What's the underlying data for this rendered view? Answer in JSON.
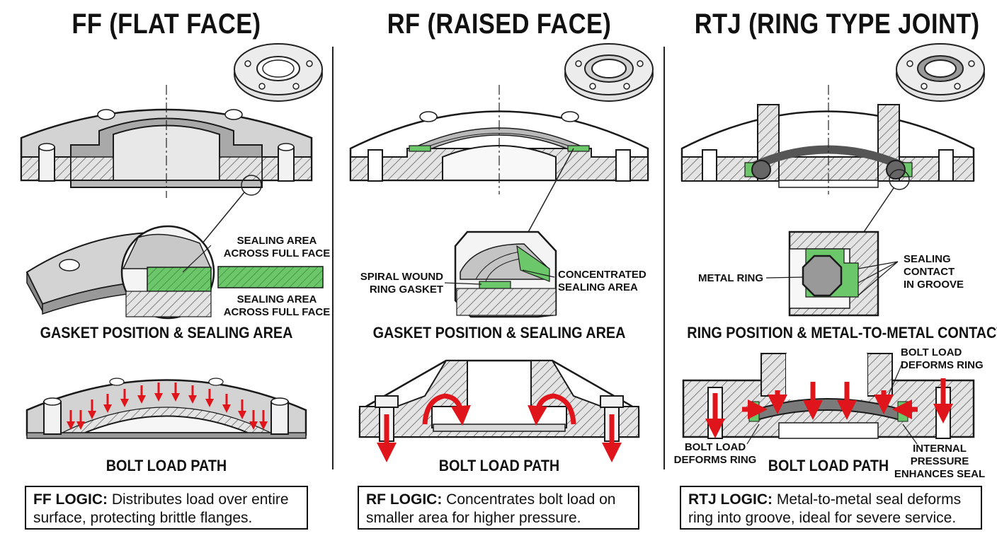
{
  "columns": [
    {
      "id": "ff",
      "title": "FF (FLAT FACE)",
      "section1_title": "GASKET POSITION & SEALING AREA",
      "section2_title": "BOLT LOAD PATH",
      "callouts": [
        "SEALING AREA\nACROSS FULL FACE",
        "SEALING AREA\nACROSS FULL FACE"
      ],
      "logic_label": "FF LOGIC:",
      "logic_text": " Distributes load over entire surface, protecting brittle flanges."
    },
    {
      "id": "rf",
      "title": "RF (RAISED FACE)",
      "section1_title": "GASKET POSITION & SEALING AREA",
      "section2_title": "BOLT LOAD PATH",
      "callouts": [
        "SPIRAL WOUND\nRING GASKET",
        "CONCENTRATED\nSEALING AREA"
      ],
      "logic_label": "RF LOGIC:",
      "logic_text": " Concentrates bolt load on smaller area for higher pressure."
    },
    {
      "id": "rtj",
      "title": "RTJ (RING TYPE JOINT)",
      "section1_title": "RING POSITION & METAL-TO-METAL CONTACT",
      "section2_title": "BOLT LOAD PATH",
      "callouts": [
        "METAL RING",
        "SEALING\nCONTACT\nIN GROOVE",
        "BOLT LOAD\nDEFORMS RING",
        "BOLT LOAD\nDEFORMS RING",
        "INTERNAL\nPRESSURE\nENHANCES SEAL"
      ],
      "logic_label": "RTJ LOGIC:",
      "logic_text": " Metal-to-metal seal deforms ring into groove, ideal for severe service."
    }
  ],
  "colors": {
    "seal_green": "#6cc76a",
    "arrow_red": "#e0141b",
    "metal_gray": "#d3d3d3",
    "dark_gray": "#9a9a9a",
    "line": "#1a1a1a"
  }
}
